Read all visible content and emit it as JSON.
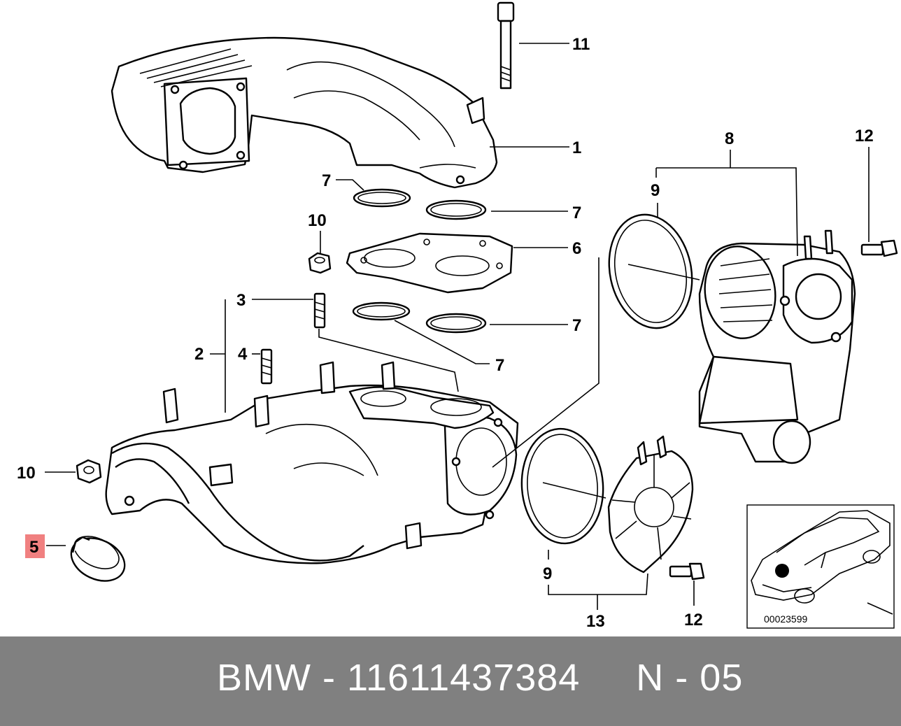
{
  "callouts": {
    "c1": "1",
    "c2": "2",
    "c3": "3",
    "c4": "4",
    "c5": "5",
    "c6": "6",
    "c7a": "7",
    "c7b": "7",
    "c7c": "7",
    "c7d": "7",
    "c8": "8",
    "c9a": "9",
    "c9b": "9",
    "c10a": "10",
    "c10b": "10",
    "c11": "11",
    "c12a": "12",
    "c12b": "12",
    "c13": "13"
  },
  "highlight": {
    "callout": "5",
    "color": "#f08080"
  },
  "inset": {
    "diagram_number": "00023599"
  },
  "footer": {
    "text": "BMW - 11611437384     N - 05"
  },
  "colors": {
    "footer_background": "#808080",
    "footer_text": "#ffffff",
    "line": "#000000"
  }
}
